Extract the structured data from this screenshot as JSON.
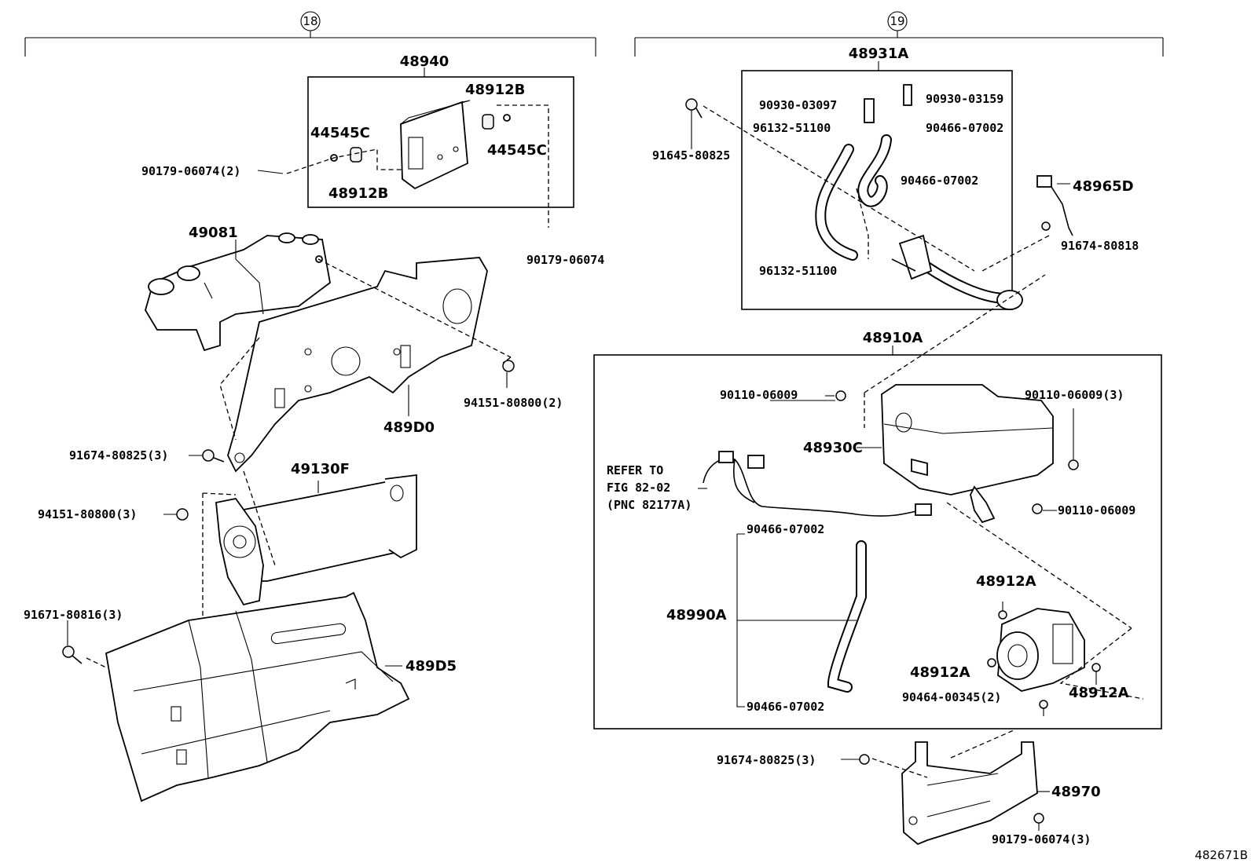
{
  "groups": [
    {
      "id": "group-18",
      "circle": "18"
    },
    {
      "id": "group-19",
      "circle": "19"
    }
  ],
  "labels": {
    "l48940": "48940",
    "l48912B_1": "48912B",
    "l44545C_1": "44545C",
    "l44545C_2": "44545C",
    "l48912B_2": "48912B",
    "l90179_06074_2": "90179-06074(2)",
    "l90179_06074": "90179-06074",
    "l49081": "49081",
    "l94151_80800_2": "94151-80800(2)",
    "l489D0": "489D0",
    "l91674_80825_3": "91674-80825(3)",
    "l49130F": "49130F",
    "l94151_80800_3": "94151-80800(3)",
    "l91671_80816_3": "91671-80816(3)",
    "l489D5": "489D5",
    "l48931A": "48931A",
    "l90930_03097": "90930-03097",
    "l90930_03159": "90930-03159",
    "l96132_51100_1": "96132-51100",
    "l90466_07002_1": "90466-07002",
    "l91645_80825": "91645-80825",
    "l90466_07002_2": "90466-07002",
    "l48965D": "48965D",
    "l91674_80818": "91674-80818",
    "l96132_51100_2": "96132-51100",
    "l48910A": "48910A",
    "l90110_06009_1": "90110-06009",
    "l90110_06009_3": "90110-06009(3)",
    "l48930C": "48930C",
    "refer1": "REFER TO",
    "refer2": "FIG 82-02",
    "refer3": "(PNC 82177A)",
    "l90110_06009_2": "90110-06009",
    "l90466_07002_3": "90466-07002",
    "l48912A_1": "48912A",
    "l48990A": "48990A",
    "l48912A_2": "48912A",
    "l90464_00345_2": "90464-00345(2)",
    "l48912A_3": "48912A",
    "l90466_07002_4": "90466-07002",
    "l91674_80825_3b": "91674-80825(3)",
    "l48970": "48970",
    "l90179_06074_3": "90179-06074(3)",
    "figure_id": "482671B"
  }
}
